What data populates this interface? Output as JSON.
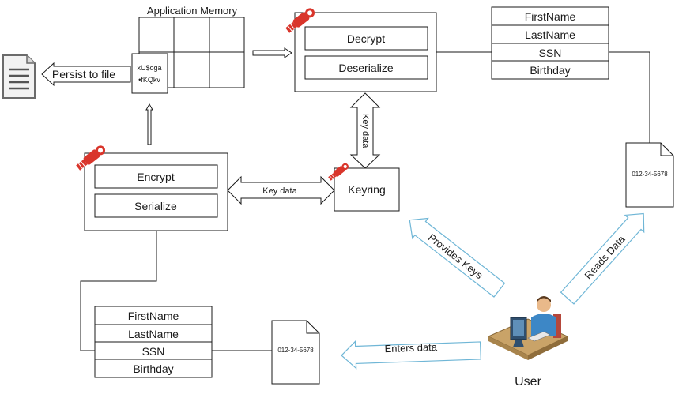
{
  "memory": {
    "title": "Application Memory",
    "encrypted_line1": "xU$oga",
    "encrypted_line2": "•fKQkv"
  },
  "persist": {
    "label": "Persist to file"
  },
  "decrypt_box": {
    "decrypt_label": "Decrypt",
    "deserialize_label": "Deserialize"
  },
  "encrypt_box": {
    "encrypt_label": "Encrypt",
    "serialize_label": "Serialize"
  },
  "keyring": {
    "label": "Keyring"
  },
  "key_data_vertical": "Key data",
  "key_data_horizontal": "Key data",
  "record_top": {
    "fields": [
      "FirstName",
      "LastName",
      "SSN",
      "Birthday"
    ]
  },
  "record_bottom": {
    "fields": [
      "FirstName",
      "LastName",
      "SSN",
      "Birthday"
    ]
  },
  "doc_right": {
    "text": "012-34-5678"
  },
  "doc_bottom": {
    "text": "012-34-5678"
  },
  "arrows": {
    "provides_keys": "Provides Keys",
    "reads_data": "Reads Data",
    "enters_data": "Enters data"
  },
  "user": {
    "label": "User"
  },
  "colors": {
    "tool": "#d9352b",
    "flow_arrow_stroke": "#6fb6d6"
  }
}
